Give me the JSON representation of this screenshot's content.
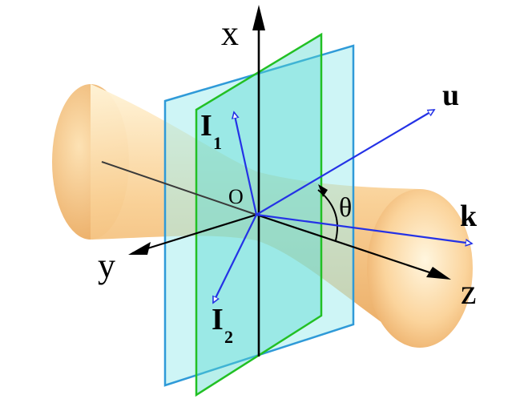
{
  "labels": {
    "x_axis": "x",
    "y_axis": "y",
    "z_axis": "z",
    "origin": "O",
    "u_vector": "u",
    "k_vector": "k",
    "theta": "θ",
    "i1_main": "I",
    "i1_sub": "1",
    "i2_main": "I",
    "i2_sub": "2"
  },
  "colors": {
    "beam_light": "#fff2cf",
    "beam_mid": "#f8cb8e",
    "beam_dark": "#e8a456",
    "plane_blue_fill": "#a6ecef",
    "plane_blue_edge": "#2f9ad8",
    "plane_green_edge": "#22c024",
    "vector_blue": "#2432e6",
    "axis_black": "#000000"
  }
}
